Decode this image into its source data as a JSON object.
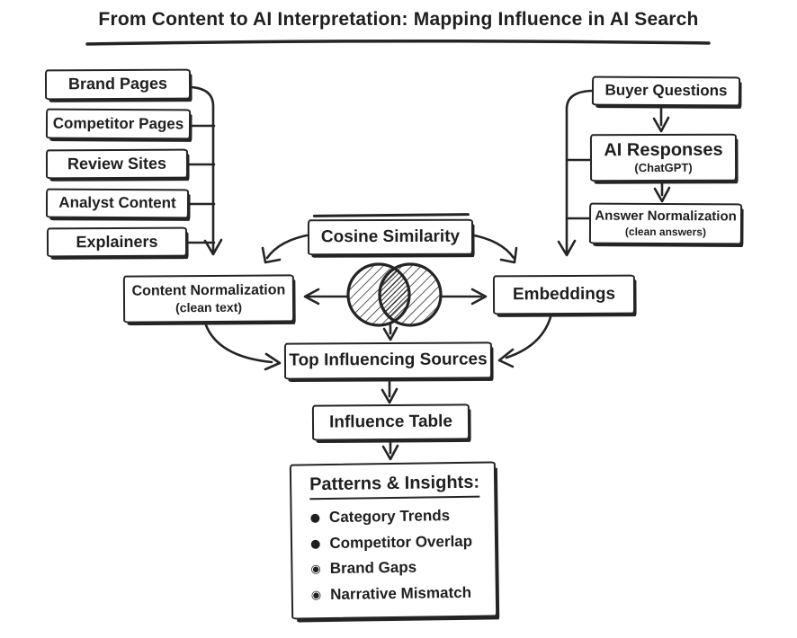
{
  "title": "From Content to AI Interpretation: Mapping Influence in AI Search",
  "left_sources": {
    "items": [
      "Brand Pages",
      "Competitor Pages",
      "Review Sites",
      "Analyst Content",
      "Explainers"
    ]
  },
  "right_flow": {
    "buyer_questions": "Buyer Questions",
    "ai_responses": "AI Responses",
    "ai_responses_sub": "(ChatGPT)",
    "answer_normalization": "Answer Normalization",
    "answer_normalization_sub": "(clean answers)"
  },
  "similarity": {
    "cosine_label": "Cosine Similarity",
    "content_normalization": "Content Normalization",
    "content_normalization_sub": "(clean text)",
    "embeddings": "Embeddings"
  },
  "pipeline": {
    "top_influencing_sources": "Top Influencing Sources",
    "influence_table": "Influence Table"
  },
  "insights": {
    "heading": "Patterns & Insights:",
    "bullets": [
      "●",
      "●",
      "◉",
      "◉"
    ],
    "items": [
      "Category Trends",
      "Competitor Overlap",
      "Brand Gaps",
      "Narrative Mismatch"
    ]
  },
  "colors": {
    "ink": "#242424",
    "background": "#ffffff"
  }
}
